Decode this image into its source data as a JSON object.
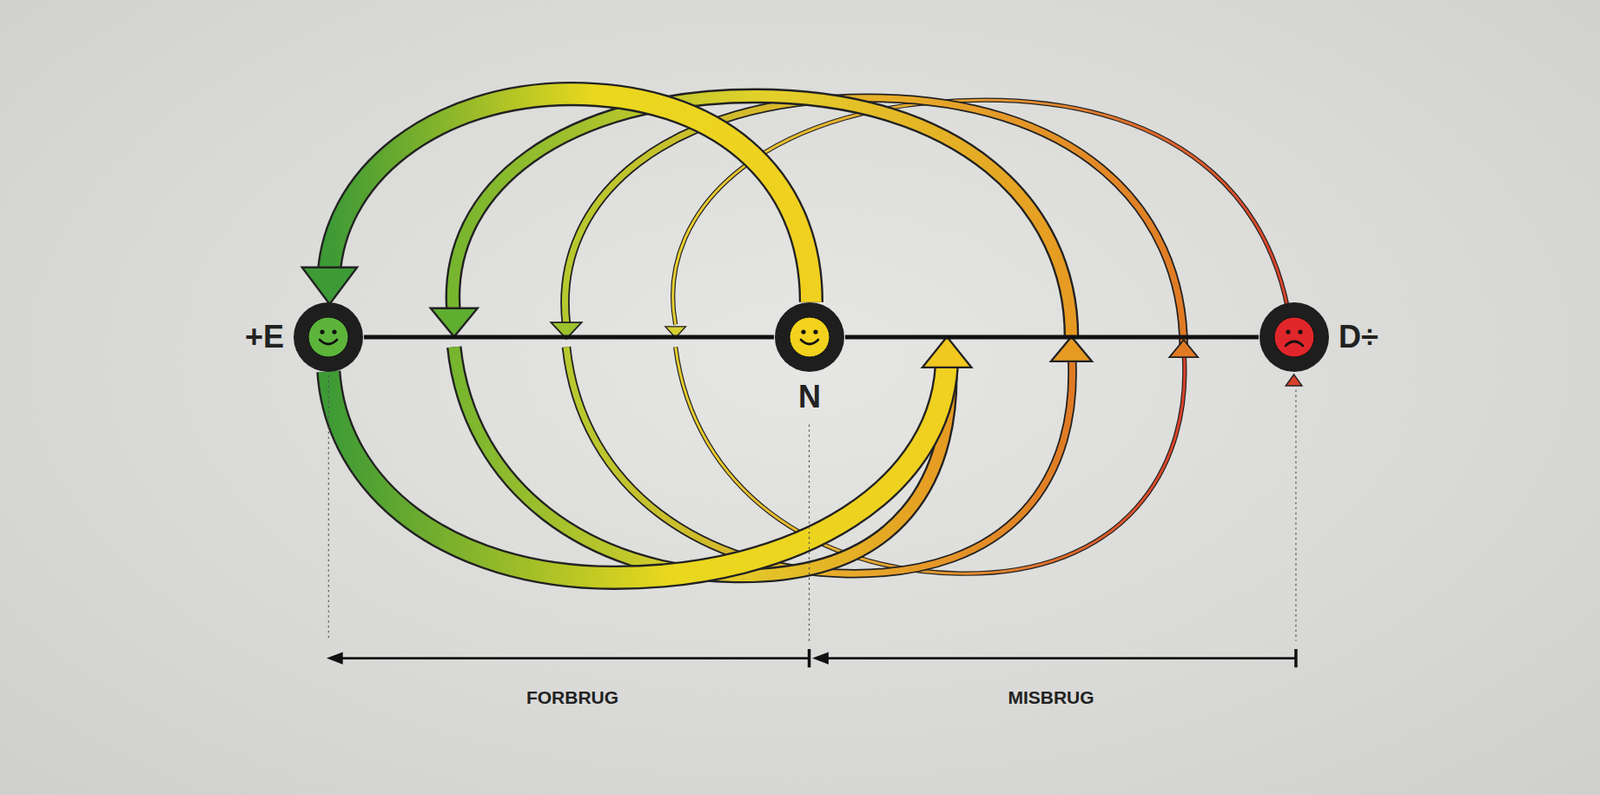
{
  "diagram": {
    "nodes": [
      {
        "text": [
          "+E"
        ]
      },
      {
        "text": [
          "N"
        ]
      },
      {
        "text": [
          "D÷"
        ]
      }
    ],
    "edges": [
      {
        "from": 0,
        "to": 1,
        "arrow": "none"
      },
      {
        "from": 1,
        "to": 2,
        "arrow": "none"
      }
    ],
    "labels": [
      "FORBRUG",
      "MISBRUG"
    ]
  }
}
